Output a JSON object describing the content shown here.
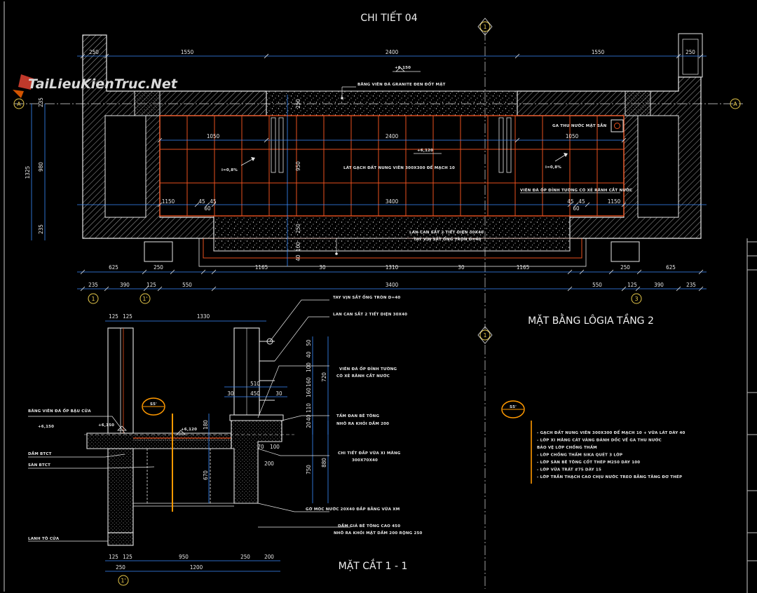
{
  "watermark": "TaiLieuKienTruc.Net",
  "titles": {
    "detail": "CHI TIẾT 04",
    "plan": "MẶT BẰNG LÔGIA TẦNG 2",
    "section": "MẶT CẮT 1 - 1"
  },
  "levels": {
    "top": "+6,150",
    "tiles": "+6,120",
    "section_left": "+6,150",
    "section_mid": "+6,120"
  },
  "grid_axes": {
    "a": "A",
    "one": "1",
    "one_prime": "1'",
    "three": "3"
  },
  "slope_labels": {
    "left": "i=0,8%",
    "right": "i=0,8%"
  },
  "plan_dims": {
    "top_row": [
      "250",
      "1550",
      "2400",
      "1550",
      "250"
    ],
    "inner_row": [
      "1050",
      "2400",
      "1050"
    ],
    "mid_row": [
      "1150",
      "45",
      "45",
      "60",
      "3400",
      "45",
      "45",
      "60",
      "1150"
    ],
    "bottom_row1": [
      "625",
      "250",
      "1165",
      "30",
      "1310",
      "30",
      "1165",
      "250",
      "625"
    ],
    "bottom_row2": [
      "235",
      "390",
      "125",
      "550",
      "3400",
      "550",
      "125",
      "390",
      "235"
    ],
    "left_vertical": [
      "235",
      "980",
      "1325",
      "235"
    ],
    "center_vertical": [
      "250",
      "950",
      "250",
      "100",
      "40"
    ]
  },
  "plan_notes": {
    "granite": "BĂNG VIÊN ĐÁ GRANITE ĐEN ĐỐT MẶT",
    "tiles": "LÁT GẠCH ĐẤT NUNG VIÊN 300X300 ĐỂ MẠCH 10",
    "drain": "GA THU NƯỚC MẬT SẮN",
    "skirting": "VIÊN ĐÁ ỐP ĐỈNH TƯỜNG CÓ XẺ RÃNH CẮT NƯỚC",
    "rail1": "LAN CAN SẮT 2 TIẾT DIỆN 30X40",
    "rail2": "TAY VỊN SẮT ỐNG TRÒN D=40"
  },
  "section_dims": {
    "top": [
      "125",
      "125",
      "1330"
    ],
    "rail_mid": [
      "510",
      "30",
      "450",
      "30"
    ],
    "right_vert": [
      "50",
      "40",
      "100",
      "720",
      "160",
      "160",
      "110",
      "40",
      "20"
    ],
    "left_vert": [
      "180",
      "670"
    ],
    "lower_vert": [
      "880",
      "750"
    ],
    "small": [
      "70",
      "100",
      "200"
    ],
    "bottom1": [
      "125",
      "125",
      "950",
      "250",
      "200"
    ],
    "bottom2": [
      "250",
      "1200"
    ]
  },
  "section_notes": {
    "handrail": "TAY VỊN SẮT ỐNG TRÒN D=40",
    "railing": "LAN CAN SẮT 2 TIẾT DIỆN 30X40",
    "coping1": "VIÊN ĐÁ ỐP ĐỈNH TƯỜNG",
    "coping2": "CÓ XẺ RÃNH CẮT NƯỚC",
    "slab1": "TẤM ĐAN BÊ TÔNG",
    "slab2": "NHÔ RA KHỎI DẦM 200",
    "parapet1": "CHI TIẾT ĐẮP VỮA XI MĂNG",
    "parapet2": "300X70X40",
    "drip": "GỜ MÓC NƯỚC 20X40 ĐẮP BẰNG VỮA XM",
    "beam1": "DẦM GIẢ BÊ TÔNG CAO 450",
    "beam2": "NHÔ RA KHỎI MẶT DẦM 200 RỘNG 250",
    "stone_strip": "BĂNG VIÊN ĐÁ ỐP BẬU CỬA",
    "beam_label": "DẦM BTCT",
    "slab_label": "SÀN BTCT",
    "lintel": "LANH TÔ CỬA"
  },
  "legend": {
    "badge": "S5'",
    "items": [
      "GẠCH ĐẤT NUNG VIÊN 300X300 ĐỂ MẠCH 10 + VỮA LÁT DÀY 40",
      "LỚP XI MĂNG CÁT VÀNG ĐÁNH DỐC VỀ GA THU NƯỚC",
      "BẢO VỆ LỚP CHỐNG THẤM",
      "LỚP CHỐNG THẤM SIKA QUÉT 3 LỚP",
      "LỚP SÀN BÊ TÔNG CỐT THÉP M250 DÀY 100",
      "LỚP VỮA TRÁT #75 DÀY 15",
      "LỚP TRẦN THẠCH CAO CHỊU NƯỚC TREO BẰNG TĂNG ĐƠ THÉP"
    ]
  },
  "colors": {
    "background": "#000000",
    "wall": "#e8e8e8",
    "dimension": "#3a8dff",
    "tile": "#e8501e",
    "accent": "#ff9900",
    "grid_bubble": "#e6c84a"
  }
}
